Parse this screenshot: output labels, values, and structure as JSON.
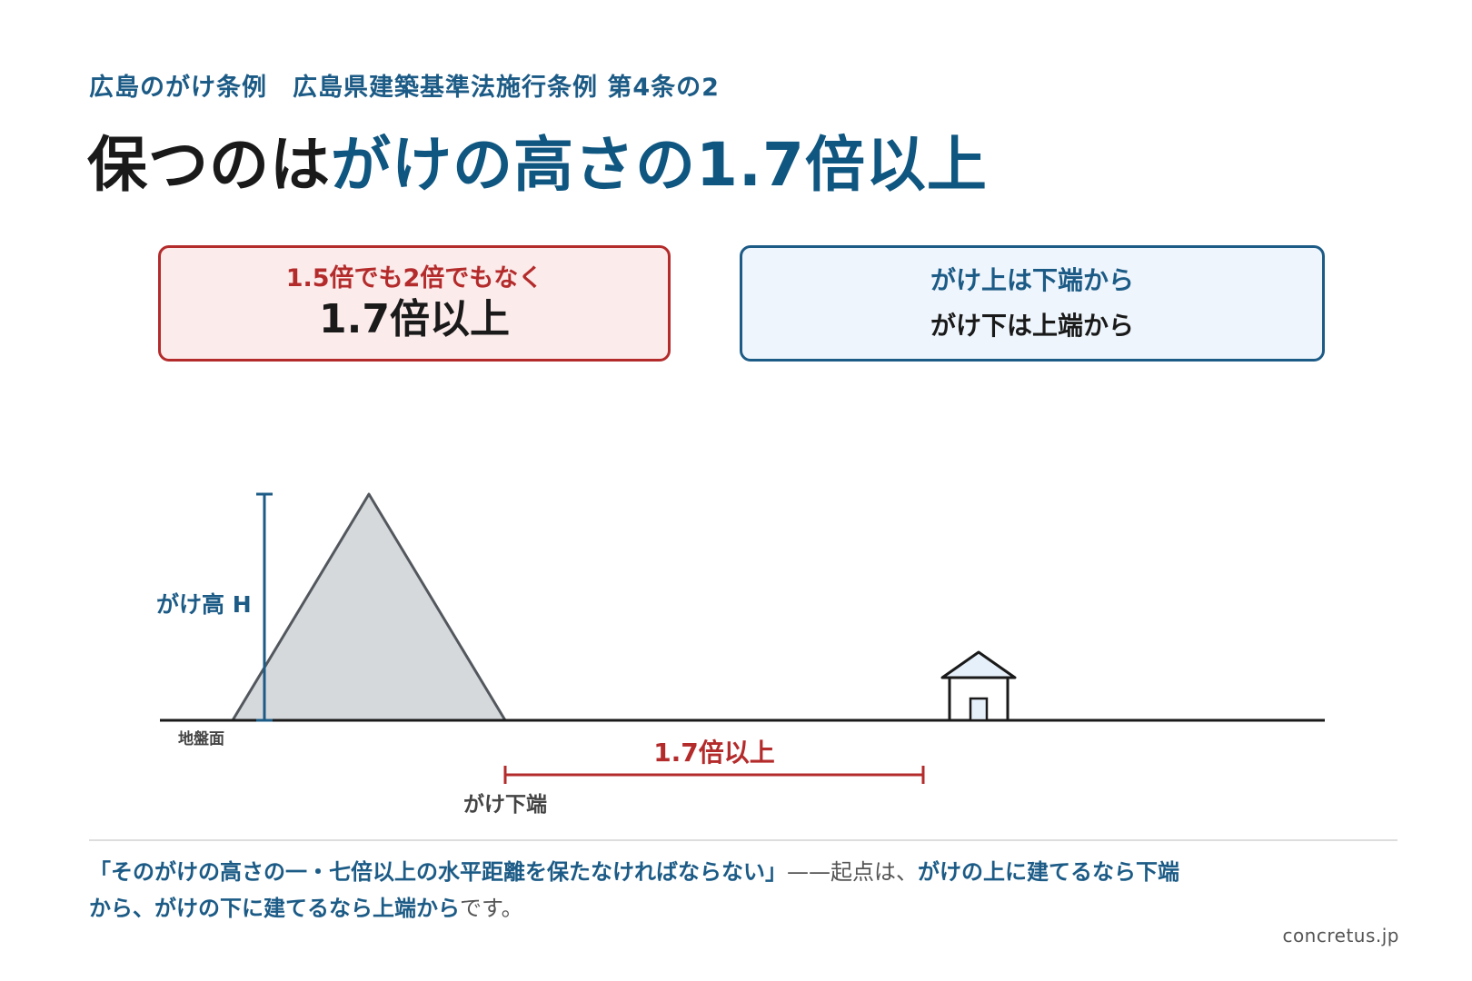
{
  "header": {
    "kicker": "広島のがけ条例　広島県建築基準法施行条例 第4条の2",
    "title_prefix": "保つのは",
    "title_accent": "がけの高さの1.7倍以上"
  },
  "cards": {
    "left": {
      "sub": "1.5倍でも2倍でもなく",
      "main": "1.7倍以上"
    },
    "right": {
      "line1": "がけ上は下端から",
      "line2": "がけ下は上端から"
    }
  },
  "diagram": {
    "height_label": "がけ高 H",
    "ground_label": "地盤面",
    "distance_label": "1.7倍以上",
    "foot_label": "がけ下端",
    "ratio": 1.7
  },
  "note": {
    "quote": "「そのがけの高さの一・七倍以上の水平距離を保たなければならない」",
    "dash": "——起点は、",
    "bold": "がけの上に建てるなら下端から、がけの下に建てるなら上端から",
    "tail": "です。"
  },
  "footer": {
    "credit": "concretus.jp"
  },
  "colors": {
    "primary": "#1c5b86",
    "accent_red": "#b42b2b",
    "cliff_fill": "#d6d9dc",
    "house_roof": "#e6f0fa"
  }
}
